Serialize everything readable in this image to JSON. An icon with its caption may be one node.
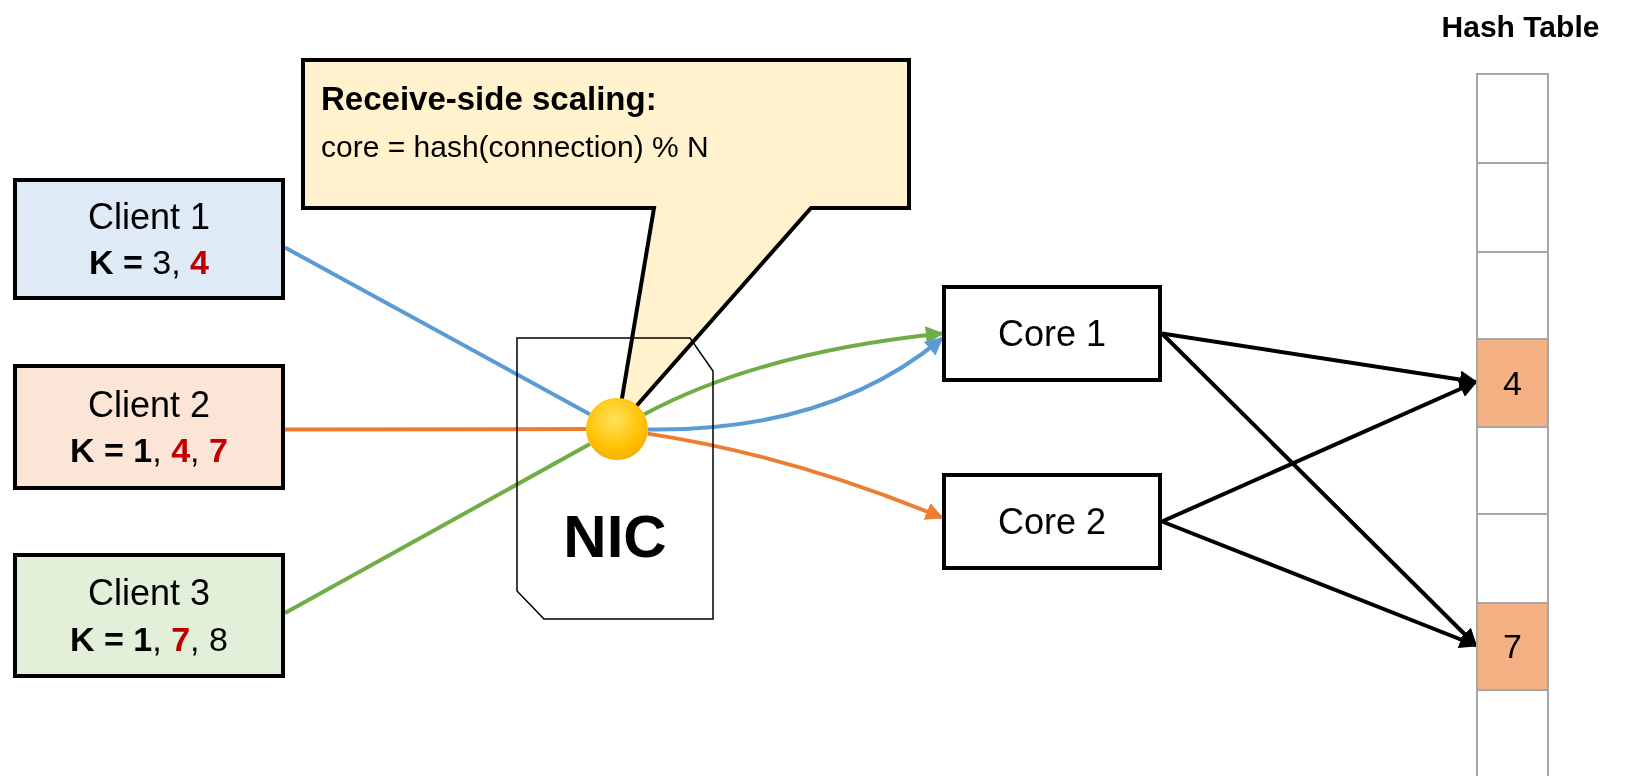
{
  "diagram": {
    "nodes": [
      {
        "text": [
          "Client 1",
          "**K =** 3, **4**"
        ]
      },
      {
        "text": [
          "Client 2",
          "**K = 1**, **4**, **7**"
        ]
      },
      {
        "text": [
          "Client 3",
          "**K = 1**, **7**, 8"
        ]
      },
      {
        "text": [
          "Receive-side scaling:",
          "core = hash(connection) % N"
        ]
      },
      {
        "text": [
          "NIC"
        ]
      },
      {
        "text": [],
        "shape": "circle",
        "in": 4
      },
      {
        "text": [
          "Core 1"
        ]
      },
      {
        "text": [
          "Core 2"
        ]
      },
      {
        "text": [
          "Hash Table"
        ]
      },
      {
        "text": [],
        "shape": "box",
        "in": 8
      },
      {
        "text": [],
        "shape": "box",
        "in": 8
      },
      {
        "text": [],
        "shape": "box",
        "in": 8
      },
      {
        "text": [
          "4"
        ],
        "in": 8
      },
      {
        "text": [],
        "shape": "box",
        "in": 8
      },
      {
        "text": [],
        "shape": "box",
        "in": 8
      },
      {
        "text": [
          "7"
        ],
        "in": 8
      },
      {
        "text": [],
        "shape": "box",
        "in": 8
      }
    ],
    "edges": [
      {
        "from": 0,
        "to": 5,
        "arrow": "none",
        "color": "#5b9bd5"
      },
      {
        "from": 1,
        "to": 5,
        "arrow": "none",
        "color": "#ed7d31"
      },
      {
        "from": 2,
        "to": 5,
        "arrow": "none",
        "color": "#70ad47"
      },
      {
        "from": 5,
        "to": 6,
        "arrow": "to",
        "color": "#70ad47"
      },
      {
        "from": 5,
        "to": 6,
        "arrow": "to",
        "color": "#5b9bd5"
      },
      {
        "from": 5,
        "to": 7,
        "arrow": "to",
        "color": "#ed7d31"
      },
      {
        "from": 6,
        "to": 12,
        "arrow": "to"
      },
      {
        "from": 6,
        "to": 15,
        "arrow": "to"
      },
      {
        "from": 7,
        "to": 12,
        "arrow": "to"
      },
      {
        "from": 7,
        "to": 15,
        "arrow": "to"
      }
    ]
  }
}
